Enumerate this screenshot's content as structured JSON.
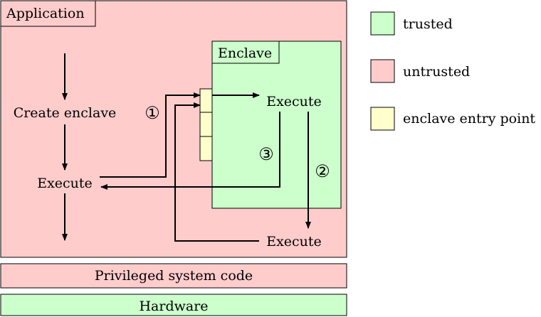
{
  "boxes": {
    "application": "Application",
    "enclave": "Enclave",
    "privileged": "Privileged system code",
    "hardware": "Hardware"
  },
  "labels": {
    "create_enclave": "Create enclave",
    "app_execute": "Execute",
    "enclave_execute": "Execute",
    "return_execute": "Execute"
  },
  "steps": {
    "step1": "①",
    "step2": "②",
    "step3": "③"
  },
  "legend": {
    "trusted": "trusted",
    "untrusted": "untrusted",
    "entry": "enclave entry point"
  },
  "colors": {
    "trusted": "#ccffcc",
    "untrusted": "#ffcccc",
    "entry": "#ffffcc"
  }
}
